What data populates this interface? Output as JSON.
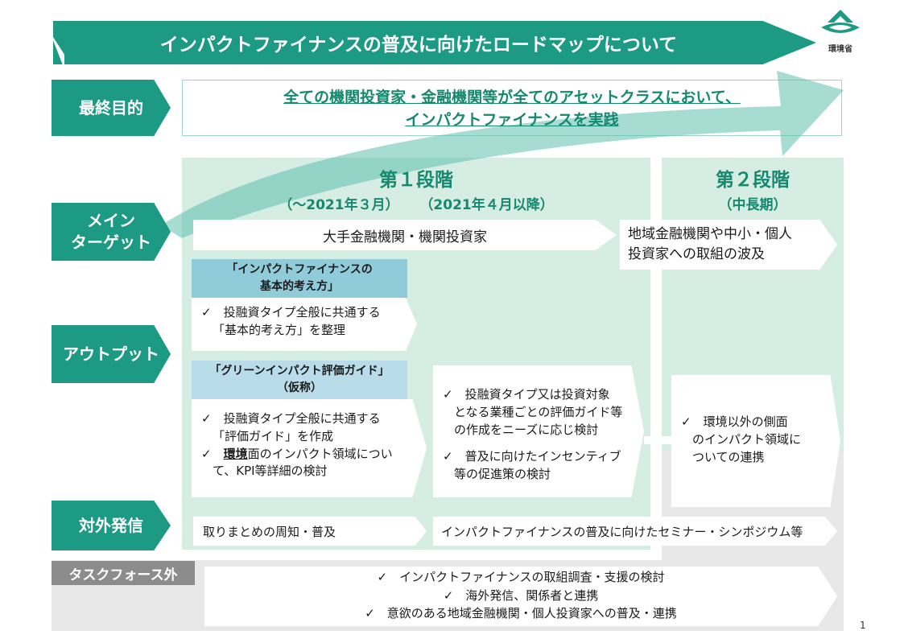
{
  "title": "インパクトファイナンスの普及に向けたロードマップについて",
  "logo_text": "環境省",
  "row_labels": {
    "final_goal": "最終目的",
    "main_target": "メイン\nターゲット",
    "output": "アウトプット",
    "external": "対外発信",
    "outside_tf": "タスクフォース外"
  },
  "final_goal": {
    "line1": "全ての機関投資家・金融機関等が全てのアセットクラスにおいて、",
    "line2": "インパクトファイナンスを実践"
  },
  "phase1": {
    "title": "第１段階",
    "sub1": "（～2021年３月）",
    "sub2": "（2021年４月以降）"
  },
  "phase2": {
    "title": "第２段階",
    "sub": "（中長期）"
  },
  "targets": {
    "phase1": "大手金融機関・機関投資家",
    "phase2_line1": "地域金融機関や中小・個人",
    "phase2_line2": "投資家への取組の波及"
  },
  "outputs": {
    "basic_header_l1": "「インパクトファイナンスの",
    "basic_header_l2": "基本的考え方」",
    "basic_l1": "✓　投融資タイプ全般に共通する",
    "basic_l2": "「基本的考え方」を整理",
    "guide_header_l1": "「グリーンインパクト評価ガイド」",
    "guide_header_l2": "（仮称）",
    "guide_l1": "✓　投融資タイプ全般に共通する",
    "guide_l2": "「評価ガイド」を作成",
    "guide_l3_check": "✓　",
    "guide_l3_bold": "環境",
    "guide_l3_rest": "面のインパクト領域につい",
    "guide_l4": "て、KPI等詳細の検討",
    "mid_l1": "✓　投融資タイプ又は投資対象",
    "mid_l2": "となる業種ごとの評価ガイド等",
    "mid_l3": "の作成をニーズに応じ検討",
    "mid_l4": "✓　普及に向けたインセンティブ",
    "mid_l5": "等の促進策の検討",
    "p2_l1": "✓　環境以外の側面",
    "p2_l2": "のインパクト領域に",
    "p2_l3": "ついての連携"
  },
  "external": {
    "left": "取りまとめの周知・普及",
    "right": "インパクトファイナンスの普及に向けたセミナー・シンポジウム等"
  },
  "outside": {
    "l1": "✓　インパクトファイナンスの取組調査・支援の検討",
    "l2": "✓　海外発信、関係者と連携",
    "l3": "✓　意欲のある地域金融機関・個人投資家への普及・連携"
  },
  "page_number": "1",
  "colors": {
    "teal": "#1d9a84",
    "light_green": "#d6ede4",
    "gray_band": "#e8e8e8",
    "header_blue": "#8fcbd8",
    "header_blue_light": "#b9dcea",
    "phase_title": "#15896f"
  }
}
